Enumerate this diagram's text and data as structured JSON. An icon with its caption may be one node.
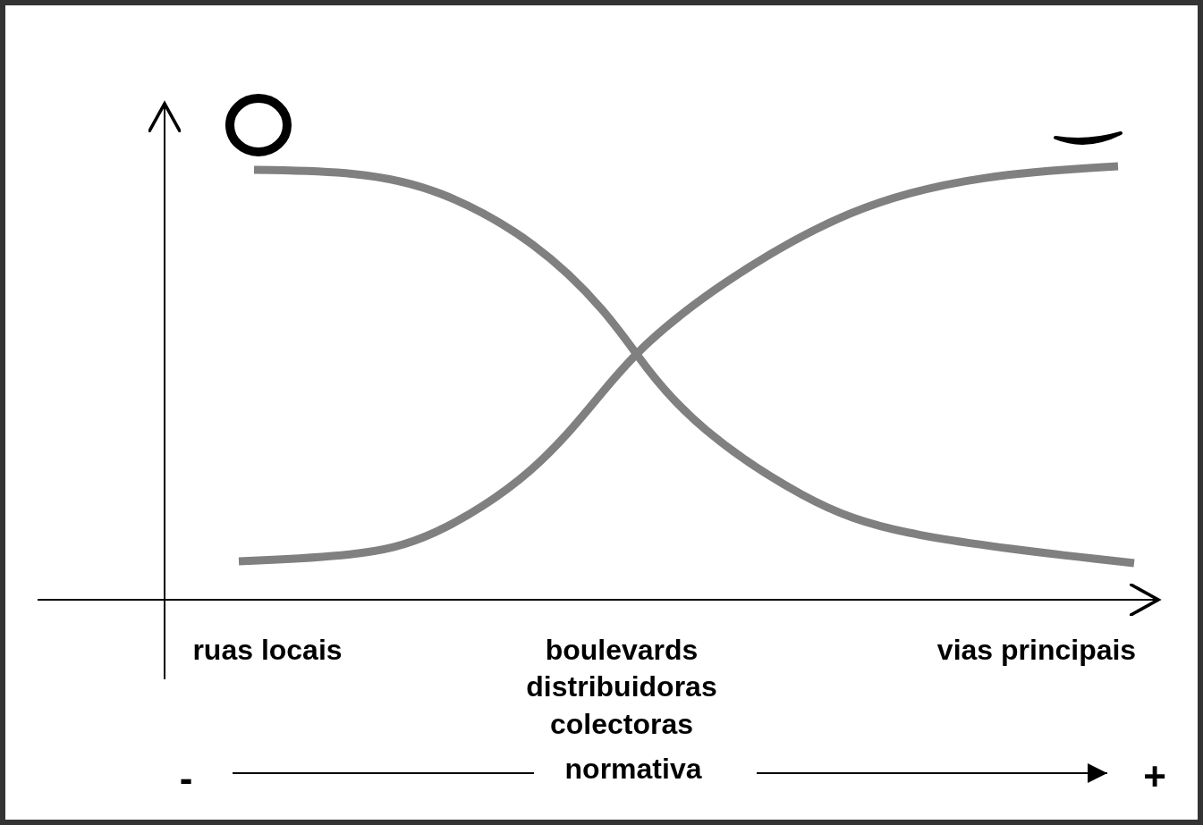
{
  "diagram": {
    "labels": [
      "ruas locais",
      "boulevards",
      "distribuidoras",
      "colectoras",
      "vias principais",
      "-",
      "normativa",
      "+"
    ]
  }
}
